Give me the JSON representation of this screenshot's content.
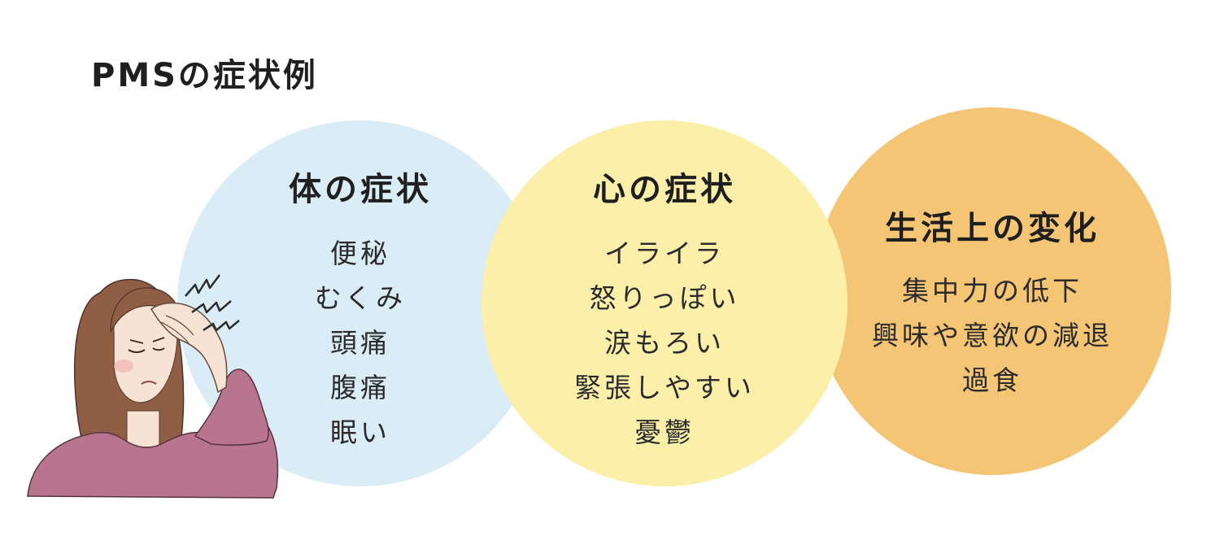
{
  "title": "PMSの症状例",
  "colors": {
    "body_circle": "#daedf7",
    "mind_circle": "#fcefaa",
    "life_circle": "#f4c574",
    "sweater": "#b8768e",
    "hair": "#8f5e45",
    "skin": "#f7e3d3"
  },
  "illustration": {
    "subject": "woman holding her head with headache",
    "icons": [
      "headache-zigzag-icon"
    ]
  },
  "circles": [
    {
      "id": "body",
      "heading": "体の症状",
      "items": [
        "便秘",
        "むくみ",
        "頭痛",
        "腹痛",
        "眠い"
      ]
    },
    {
      "id": "mind",
      "heading": "心の症状",
      "items": [
        "イライラ",
        "怒りっぽい",
        "涙もろい",
        "緊張しやすい",
        "憂鬱"
      ]
    },
    {
      "id": "life",
      "heading": "生活上の変化",
      "items": [
        "集中力の低下",
        "興味や意欲の減退",
        "過食"
      ]
    }
  ]
}
